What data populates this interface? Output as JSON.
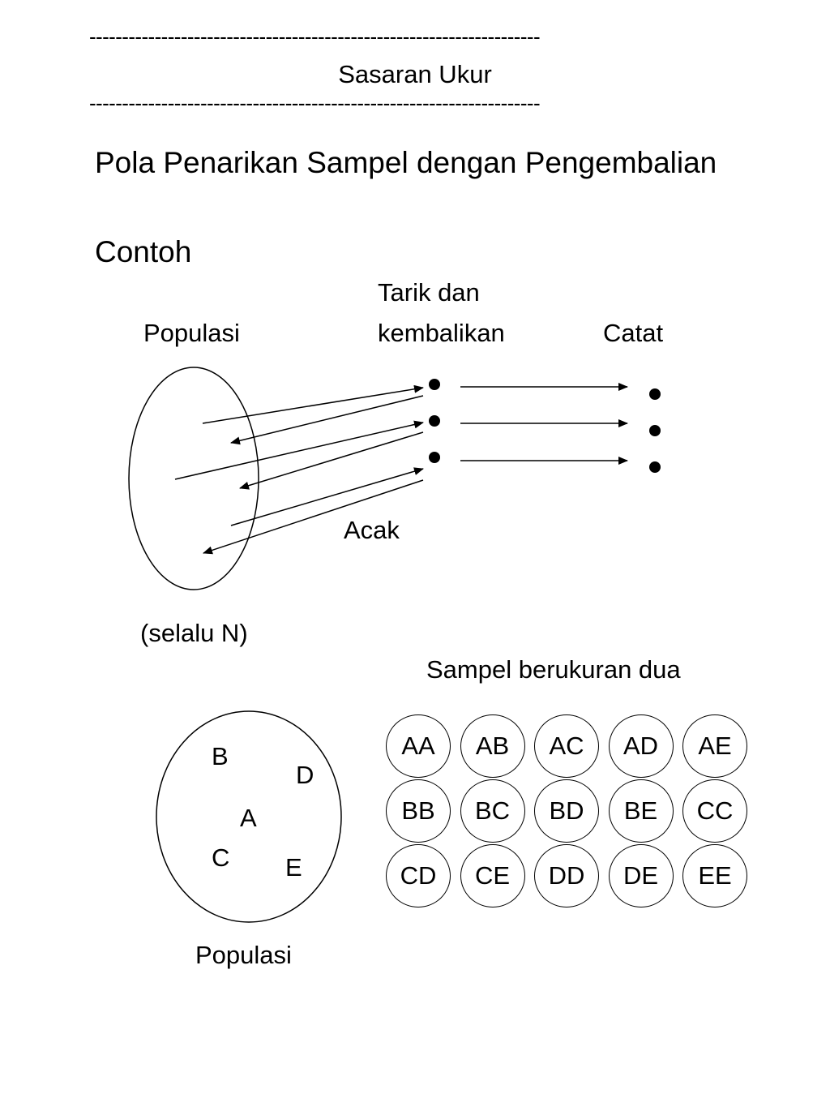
{
  "header": {
    "rule_top": "---------------------------------------------------------------------",
    "title": "Sasaran Ukur",
    "rule_bottom": "---------------------------------------------------------------------"
  },
  "main_title": "Pola Penarikan Sampel dengan Pengembalian",
  "example_heading": "Contoh",
  "diagram_top": {
    "population_label": "Populasi",
    "draw_return_label_line1": "Tarik dan",
    "draw_return_label_line2": "kembalikan",
    "record_label": "Catat",
    "random_label": "Acak",
    "always_n_label": "(selalu  N)"
  },
  "diagram_bottom": {
    "sample_size_label": "Sampel berukuran dua",
    "population_label": "Populasi",
    "elements": [
      "B",
      "D",
      "A",
      "C",
      "E"
    ],
    "pairs": [
      [
        "AA",
        "AB",
        "AC",
        "AD",
        "AE"
      ],
      [
        "BB",
        "BC",
        "BD",
        "BE",
        "CC"
      ],
      [
        "CD",
        "CE",
        "DD",
        "DE",
        "EE"
      ]
    ]
  }
}
